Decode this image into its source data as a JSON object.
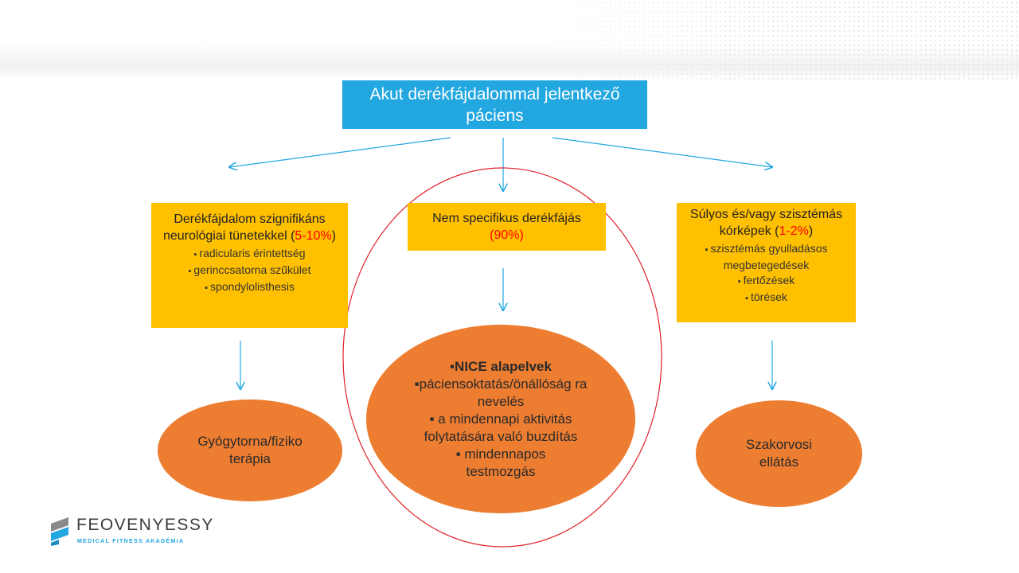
{
  "top_box": {
    "text": "Akut derékfájdalommal jelentkező páciens"
  },
  "left_box": {
    "title": "Derékfájdalom szignifikáns neurológiai tünetekkel (",
    "percent": "5-10%",
    "close": ")",
    "items": [
      "radicularis érintettség",
      "gerinccsatorna szűkület",
      "spondylolisthesis"
    ]
  },
  "mid_box": {
    "title": "Nem specifikus derékfájás",
    "percent": "(90%)"
  },
  "right_box": {
    "title": "Súlyos és/vagy szisztémás kórképek (",
    "percent": "1-2%",
    "close": ")",
    "items": [
      "szisztémás gyulladásos megbetegedések",
      "fertőzések",
      "törések"
    ]
  },
  "oval_left": {
    "text": "Gyógytorna/fiziko terápia"
  },
  "oval_mid": {
    "lines": [
      "▪NICE alapelvek",
      "▪páciensoktatás/önállóság ra nevelés",
      "▪ a mindennapi aktivitás folytatására való buzdítás",
      "▪ mindennapos testmozgás"
    ]
  },
  "oval_right": {
    "text": "Szakorvosi ellátás"
  },
  "logo": {
    "name": "FEOVENYESSY",
    "subtitle": "MEDICAL FITNESS AKADÉMIA"
  },
  "colors": {
    "blue": "#22a7e0",
    "yellow": "#ffc000",
    "orange": "#ed7d31",
    "red": "#ff0000",
    "arrow": "#22a7e0"
  }
}
